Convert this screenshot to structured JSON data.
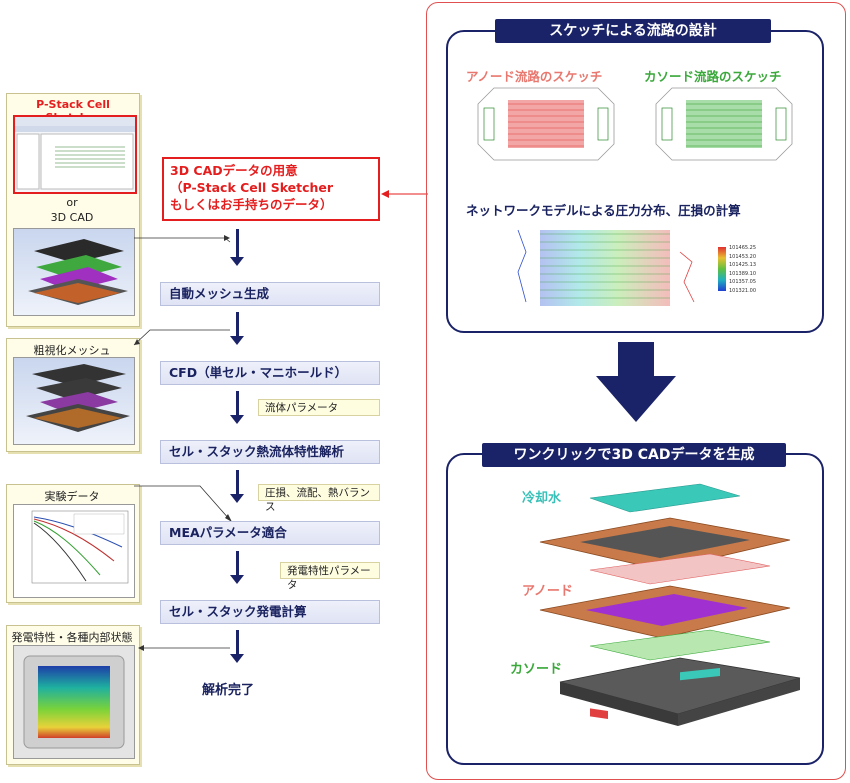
{
  "left": {
    "sketcher_title": "P-Stack Cell Sketcher",
    "or_text": "or",
    "cad_text": "3D CAD",
    "coarse_mesh": "粗視化メッシュ",
    "exp_data": "実験データ",
    "perf_state": "発電特性・各種内部状態"
  },
  "flow": {
    "cad_prep": "3D CADデータの用意\n（P-Stack Cell Sketcher\nもしくはお手持ちのデータ）",
    "auto_mesh": "自動メッシュ生成",
    "cfd": "CFD（単セル・マニホールド）",
    "fluid_param": "流体パラメータ",
    "thermal": "セル・スタック熱流体特性解析",
    "pressure": "圧損、流配、熱バランス",
    "mea": "MEAパラメータ適合",
    "gen_param": "発電特性パラメータ",
    "gen_calc": "セル・スタック発電計算",
    "done": "解析完了"
  },
  "right": {
    "top_title": "スケッチによる流路の設計",
    "anode_sketch": "アノード流路のスケッチ",
    "cathode_sketch": "カソード流路のスケッチ",
    "network": "ネットワークモデルによる圧力分布、圧損の計算",
    "legend_values": [
      "101465.25",
      "101453.20",
      "101425.13",
      "101389.10",
      "101357.05",
      "101321.00"
    ],
    "bottom_title": "ワンクリックで3D CADデータを生成",
    "coolant": "冷却水",
    "anode": "アノード",
    "cathode": "カソード"
  },
  "colors": {
    "navy": "#1b2368",
    "red": "#e41e1e",
    "anode_label": "#e8786f",
    "cathode_label": "#3aa83a",
    "coolant_label": "#39c0b8"
  }
}
